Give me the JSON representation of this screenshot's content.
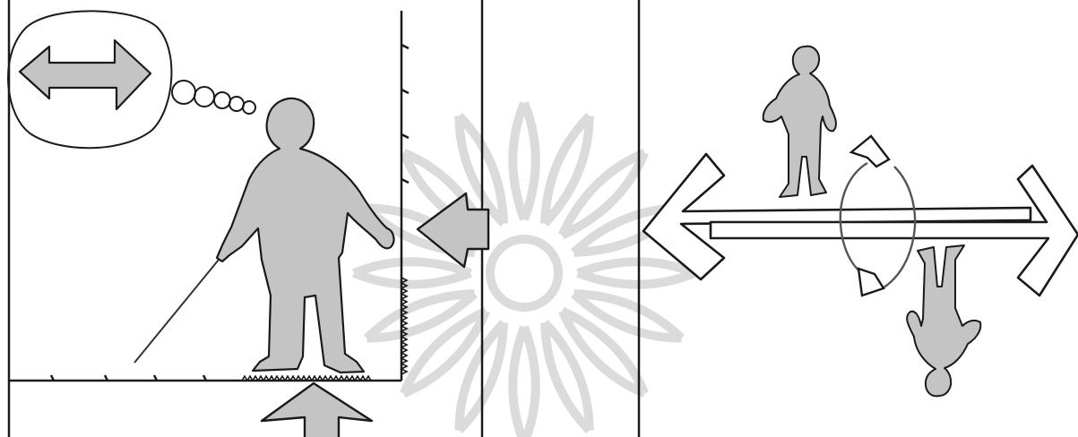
{
  "figure": {
    "panels": [
      {
        "id": "left",
        "elements": [
          "thought-bubble",
          "double-arrow",
          "person-with-cane",
          "wall-with-ticks",
          "floor-with-ticks",
          "arrow-from-wall",
          "arrow-from-floor"
        ]
      },
      {
        "id": "right",
        "elements": [
          "person-upright",
          "person-inverted",
          "long-double-arrow",
          "rotation-arrow"
        ]
      }
    ],
    "watermark": "decorative-rosette"
  },
  "colors": {
    "figure_fill": "#c4c4c4",
    "stroke": "#1a1a1a",
    "watermark": "#d0d0d0",
    "background": "#ffffff"
  }
}
